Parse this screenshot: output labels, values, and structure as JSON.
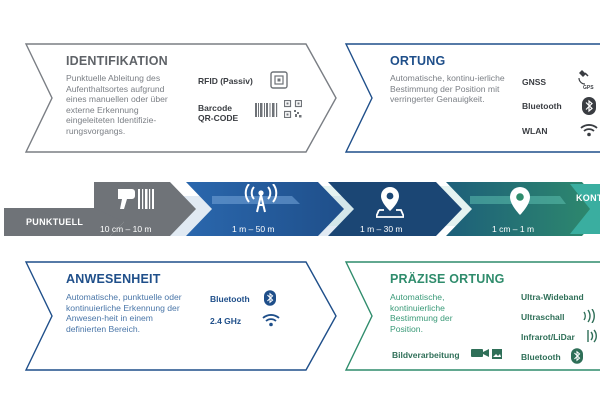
{
  "boxes": {
    "identifikation": {
      "title": "IDENTIFIKATION",
      "desc": "Punktuelle Ableitung des Aufenthaltsortes aufgrund eines manuellen oder über externe Erkennung eingeleiteten Identifizie-rungsvorgangs.",
      "items": [
        "RFID (Passiv)",
        "Barcode\nQR-CODE"
      ]
    },
    "ortung": {
      "title": "ORTUNG",
      "desc": "Automatische, kontinu-ierliche Bestimmung der Position mit verringerter Genauigkeit.",
      "items": [
        "GNSS",
        "Bluetooth",
        "WLAN"
      ]
    },
    "anwesenheit": {
      "title": "ANWESENHEIT",
      "desc": "Automatische, punktuelle oder kontinuierliche Erkennung der Anwesen-heit in einem definierten Bereich.",
      "items": [
        "Bluetooth",
        "2.4 GHz"
      ]
    },
    "praezise": {
      "title": "PRÄZISE ORTUNG",
      "desc": "Automatische, kontinuierliche Bestimmung der Position.",
      "items": [
        "Ultra-Wideband",
        "Ultraschall",
        "Infrarot/LiDar",
        "Bluetooth",
        "Bildverarbeitung"
      ]
    }
  },
  "band": {
    "start_label": "PUNKTUELL",
    "end_label": "KONT",
    "ranges": [
      "10 cm – 10 m",
      "1 m – 50 m",
      "1 m – 30 m",
      "1 cm – 1 m"
    ]
  },
  "gnss_badge": "GPS",
  "colors": {
    "grey": "#6f7378",
    "navy": "#1f4f8a",
    "teal": "#2f8c6c",
    "teal_light": "#3aaea0"
  }
}
